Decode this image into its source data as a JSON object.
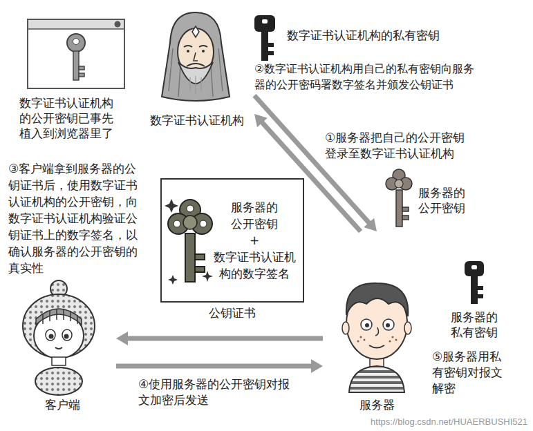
{
  "diagram": {
    "nodes": [
      {
        "text": [
          "数字证书认证机构"
        ]
      },
      {
        "text": [
          "服务器的公开密钥",
          "+",
          "数字证书认证机构的数字签名",
          "公钥证书"
        ]
      },
      {
        "text": [
          "客户端"
        ]
      },
      {
        "text": [
          "服务器"
        ]
      }
    ],
    "edges": [
      {
        "from": 3,
        "to": 0,
        "arrow": "to"
      },
      {
        "from": 0,
        "to": 3,
        "arrow": "to"
      },
      {
        "from": 3,
        "to": 2,
        "arrow": "to"
      },
      {
        "from": 2,
        "to": 3,
        "arrow": "to"
      }
    ],
    "labels": [
      "数字证书认证机构的公开密钥已事先植入到浏览器里了",
      "数字证书认证机构的私有密钥",
      "②数字证书认证机构用自己的私有密钥向服务器的公开密码署数字签名并颁发公钥证书",
      "①服务器把自己的公开密钥登录至数字证书认证机构",
      "服务器的公开密钥",
      "③客户端拿到服务器的公钥证书后，使用数字证书认证机构的公开密钥，向数字证书认证机构验证公钥证书上的数字签名，以确认服务器的公开密钥的真实性",
      "服务器的私有密钥",
      "⑤服务器用私有密钥对报文解密",
      "④使用服务器的公开密钥对报文加密后发送",
      "https://blog.csdn.net/HUAERBUSHI521"
    ]
  }
}
